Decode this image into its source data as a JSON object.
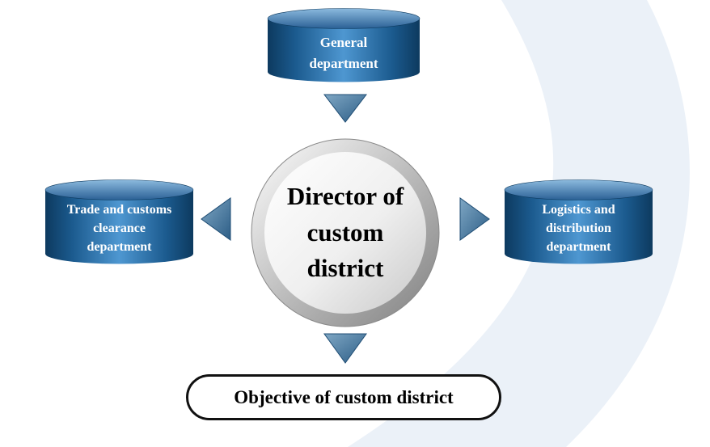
{
  "diagram": {
    "center": {
      "lines": [
        "Director of",
        "custom",
        "district"
      ]
    },
    "top": {
      "lines": [
        "General",
        "department"
      ]
    },
    "left": {
      "lines": [
        "Trade and customs",
        "clearance",
        "department"
      ]
    },
    "right": {
      "lines": [
        "Logistics and",
        "distribution",
        "department"
      ]
    },
    "bottom": {
      "label": "Objective of custom district"
    }
  },
  "colors": {
    "cylinder_edge": "#0d3a5f",
    "cylinder_mid": "#4e97d1",
    "cylinder_top_light": "#8cbade",
    "cylinder_top_dark": "#2a6095",
    "triangle_light": "#7fa7c4",
    "triangle_dark": "#2c5d86",
    "ring_light": "#ffffff",
    "ring_dark": "#7f7f7f",
    "inner_light": "#ffffff",
    "inner_dark": "#c8c8c8",
    "swoosh": "#ebf1f8",
    "text_on_blue": "#ffffff",
    "text_dark": "#000000"
  }
}
